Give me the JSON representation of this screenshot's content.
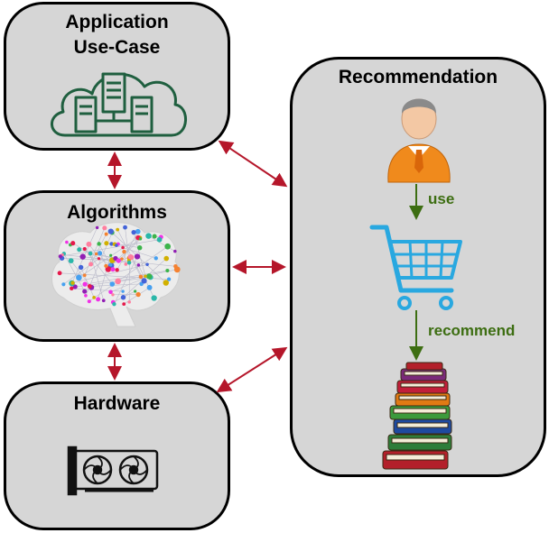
{
  "panels": {
    "application": {
      "title_line1": "Application",
      "title_line2": "Use-Case",
      "icon": "cloud-servers-icon"
    },
    "algorithms": {
      "title": "Algorithms",
      "icon": "neural-brain-icon"
    },
    "hardware": {
      "title": "Hardware",
      "icon": "gpu-card-icon"
    },
    "recommendation": {
      "title": "Recommendation"
    }
  },
  "flow": {
    "step1_label": "use",
    "step2_label": "recommend",
    "icons": [
      "user-icon",
      "shopping-cart-icon",
      "books-stack-icon"
    ]
  },
  "colors": {
    "panel_fill": "#d6d6d6",
    "connector": "#b5162a",
    "flow_arrow": "#3d6e12",
    "cloud_icon": "#1f5f3f",
    "cart": "#29a8e0",
    "user_shirt": "#f08a1c"
  }
}
